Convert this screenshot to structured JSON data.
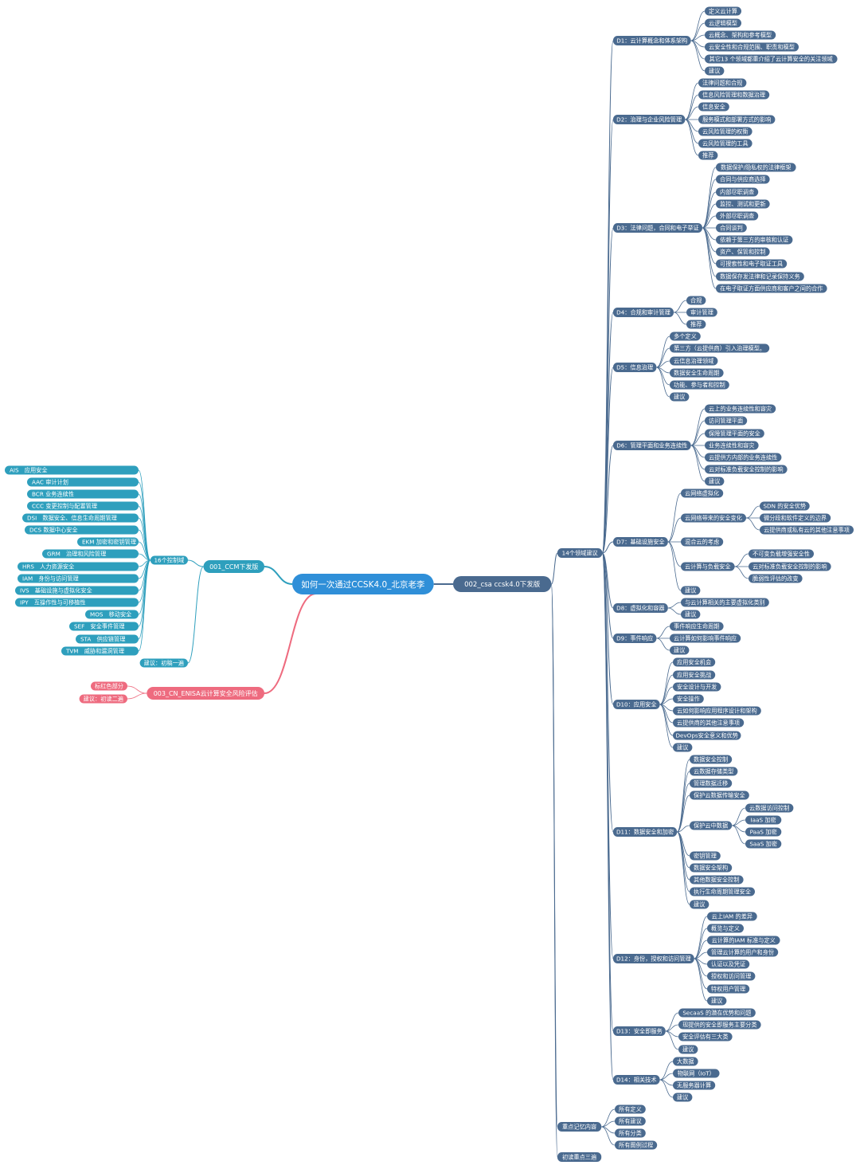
{
  "colors": {
    "root": "#2f8fd8",
    "branch_blue": "#4a6a8f",
    "branch_teal": "#2e9fbd",
    "branch_pink": "#ee6b7f",
    "line_blue": "#4a6a8f",
    "line_teal": "#2e9fbd",
    "line_pink": "#ee6b7f",
    "text_light": "#ffffff"
  },
  "root": {
    "label": "如何一次通过CCSK4.0_北京老李"
  },
  "right_branch": {
    "label": "002_csa ccsk4.0下发版",
    "groups": [
      {
        "label": "14个领域建议",
        "domains": [
          {
            "label": "D1：云计算概念和体系架构",
            "items": [
              "定义云计算",
              "云逻辑模型",
              "云概念、架构和参考模型",
              "云安全性和合规范围、职责和模型",
              "其它13 个领域都重介绍了云计算安全的关注领域",
              "建议"
            ]
          },
          {
            "label": "D2：治理与企业风险管理",
            "items": [
              "法律问题和合规",
              "信息风险管理和数据治理",
              "信息安全",
              "服务模式和部署方式的影响",
              "云风险管理的权衡",
              "云风险管理的工具",
              "推荐"
            ]
          },
          {
            "label": "D3：法律问题，合同和电子举证",
            "items": [
              "数据保护/隐私权的法律框架",
              "合同与供应商选择",
              "内部尽职调查",
              "监控、测试和更新",
              "外部尽职调查",
              "合同谈判",
              "依赖于第三方的审核和认证",
              "资产、保管和控制",
              "可搜索性和电子取证工具",
              "数据保存发法律和记录保持义务",
              "在电子取证方面供应商和客户之间的合作"
            ]
          },
          {
            "label": "D4：合规和审计管理",
            "items": [
              "合规",
              "审计管理",
              "推荐"
            ]
          },
          {
            "label": "D5：信息治理",
            "items": [
              "多个定义",
              "第三方（云提供商）引入治理模型。",
              "云信息治理领域",
              "数据安全生命周期",
              "功能、参与者和控制",
              "建议"
            ]
          },
          {
            "label": "D6：管理平面和业务连续性",
            "items": [
              "云上的业务连续性和容灾",
              "访问管理平面",
              "保障管理平面的安全",
              "业务连续性和容灾",
              "云提供方内部的业务连续性",
              "云对标准负载安全控制的影响",
              "建议"
            ]
          },
          {
            "label": "D7：基础设施安全",
            "items": [
              "云网络虚拟化",
              "云网络带来的安全变化",
              "混合云的考虑",
              "云计算与负载安全",
              "建议"
            ],
            "children": {
              "云网络带来的安全变化": [
                "SDN 的安全优势",
                "微分段和软件定义的边界",
                "云提供商或私有云的其他注意事项"
              ],
              "云计算与负载安全": [
                "不可变负载增强安全性",
                "云对标准负载安全控制的影响",
                "脆弱性评估的改变"
              ]
            }
          },
          {
            "label": "D8：虚拟化和容器",
            "items": [
              "与云计算相关的主要虚拟化类别",
              "建议"
            ]
          },
          {
            "label": "D9：事件响应",
            "items": [
              "事件响应生命周期",
              "云计算如何影响事件响应",
              "建议"
            ]
          },
          {
            "label": "D10：应用安全",
            "items": [
              "应用安全机会",
              "应用安全挑战",
              "安全设计与开发",
              "安全操作",
              "云如何影响应用程序设计和架构",
              "云提供商的其他注意事项",
              "DevOps安全意义和优势",
              "建议"
            ]
          },
          {
            "label": "D11：数据安全和加密",
            "items": [
              "数据安全控制",
              "云数据存储类型",
              "管理数据迁移",
              "保护云数据传输安全",
              "保护云中数据",
              "密钥管理",
              "数据安全架构",
              "其他数据安全控制",
              "执行生命周期管理安全",
              "建议"
            ],
            "children": {
              "保护云中数据": [
                "云数据访问控制",
                "IaaS 加密",
                "PaaS 加密",
                "SaaS 加密"
              ]
            }
          },
          {
            "label": "D12：身份，授权和访问管理",
            "items": [
              "云上IAM 的差异",
              "概览与定义",
              "云计算的IAM 标准与定义",
              "管理云计算的用户和身份",
              "认证以及凭证",
              "授权和访问管理",
              "特权用户管理",
              "建议"
            ]
          },
          {
            "label": "D13：安全即服务",
            "items": [
              "SecaaS 的潜在优势和问题",
              "现提供的安全即服务主要分类",
              "安全评估有三大类",
              "建议"
            ]
          },
          {
            "label": "D14：相关技术",
            "items": [
              "大数据",
              "物联网（IoT）",
              "无服务器计算",
              "建议"
            ]
          }
        ]
      },
      {
        "label": "重点记忆内容",
        "items": [
          "所有定义",
          "所有建议",
          "所有分类",
          "所有图例过程"
        ]
      },
      {
        "label": "初读重点三遍",
        "items": []
      }
    ]
  },
  "left_teal": {
    "label": "001_CCM下发版",
    "group_label": "16个控制域",
    "items": [
      "AIS　应用安全",
      "AAC 审计计划",
      "BCR 业务连续性",
      "CCC 变更控制与配置管理",
      "DSI　数据安全、信息生命周期管理",
      "DCS 数据中心安全",
      "EKM 加密和密钥管理",
      "GRM　治理和风险管理",
      "HRS　人力资源安全",
      "IAM　身份与访问管理",
      "IVS　基础设施与虚拟化安全",
      "IPY　互操作性与可移植性",
      "MOS　移动安全",
      "SEF　安全事件管理",
      "STA　供应链管理",
      "TVM　威胁和漏洞管理"
    ],
    "note": "建议：初稿一遍"
  },
  "left_pink": {
    "label": "003_CN_ENISA云计算安全风险评估",
    "items": [
      "标红色部分",
      "建议：初读二遍"
    ]
  }
}
